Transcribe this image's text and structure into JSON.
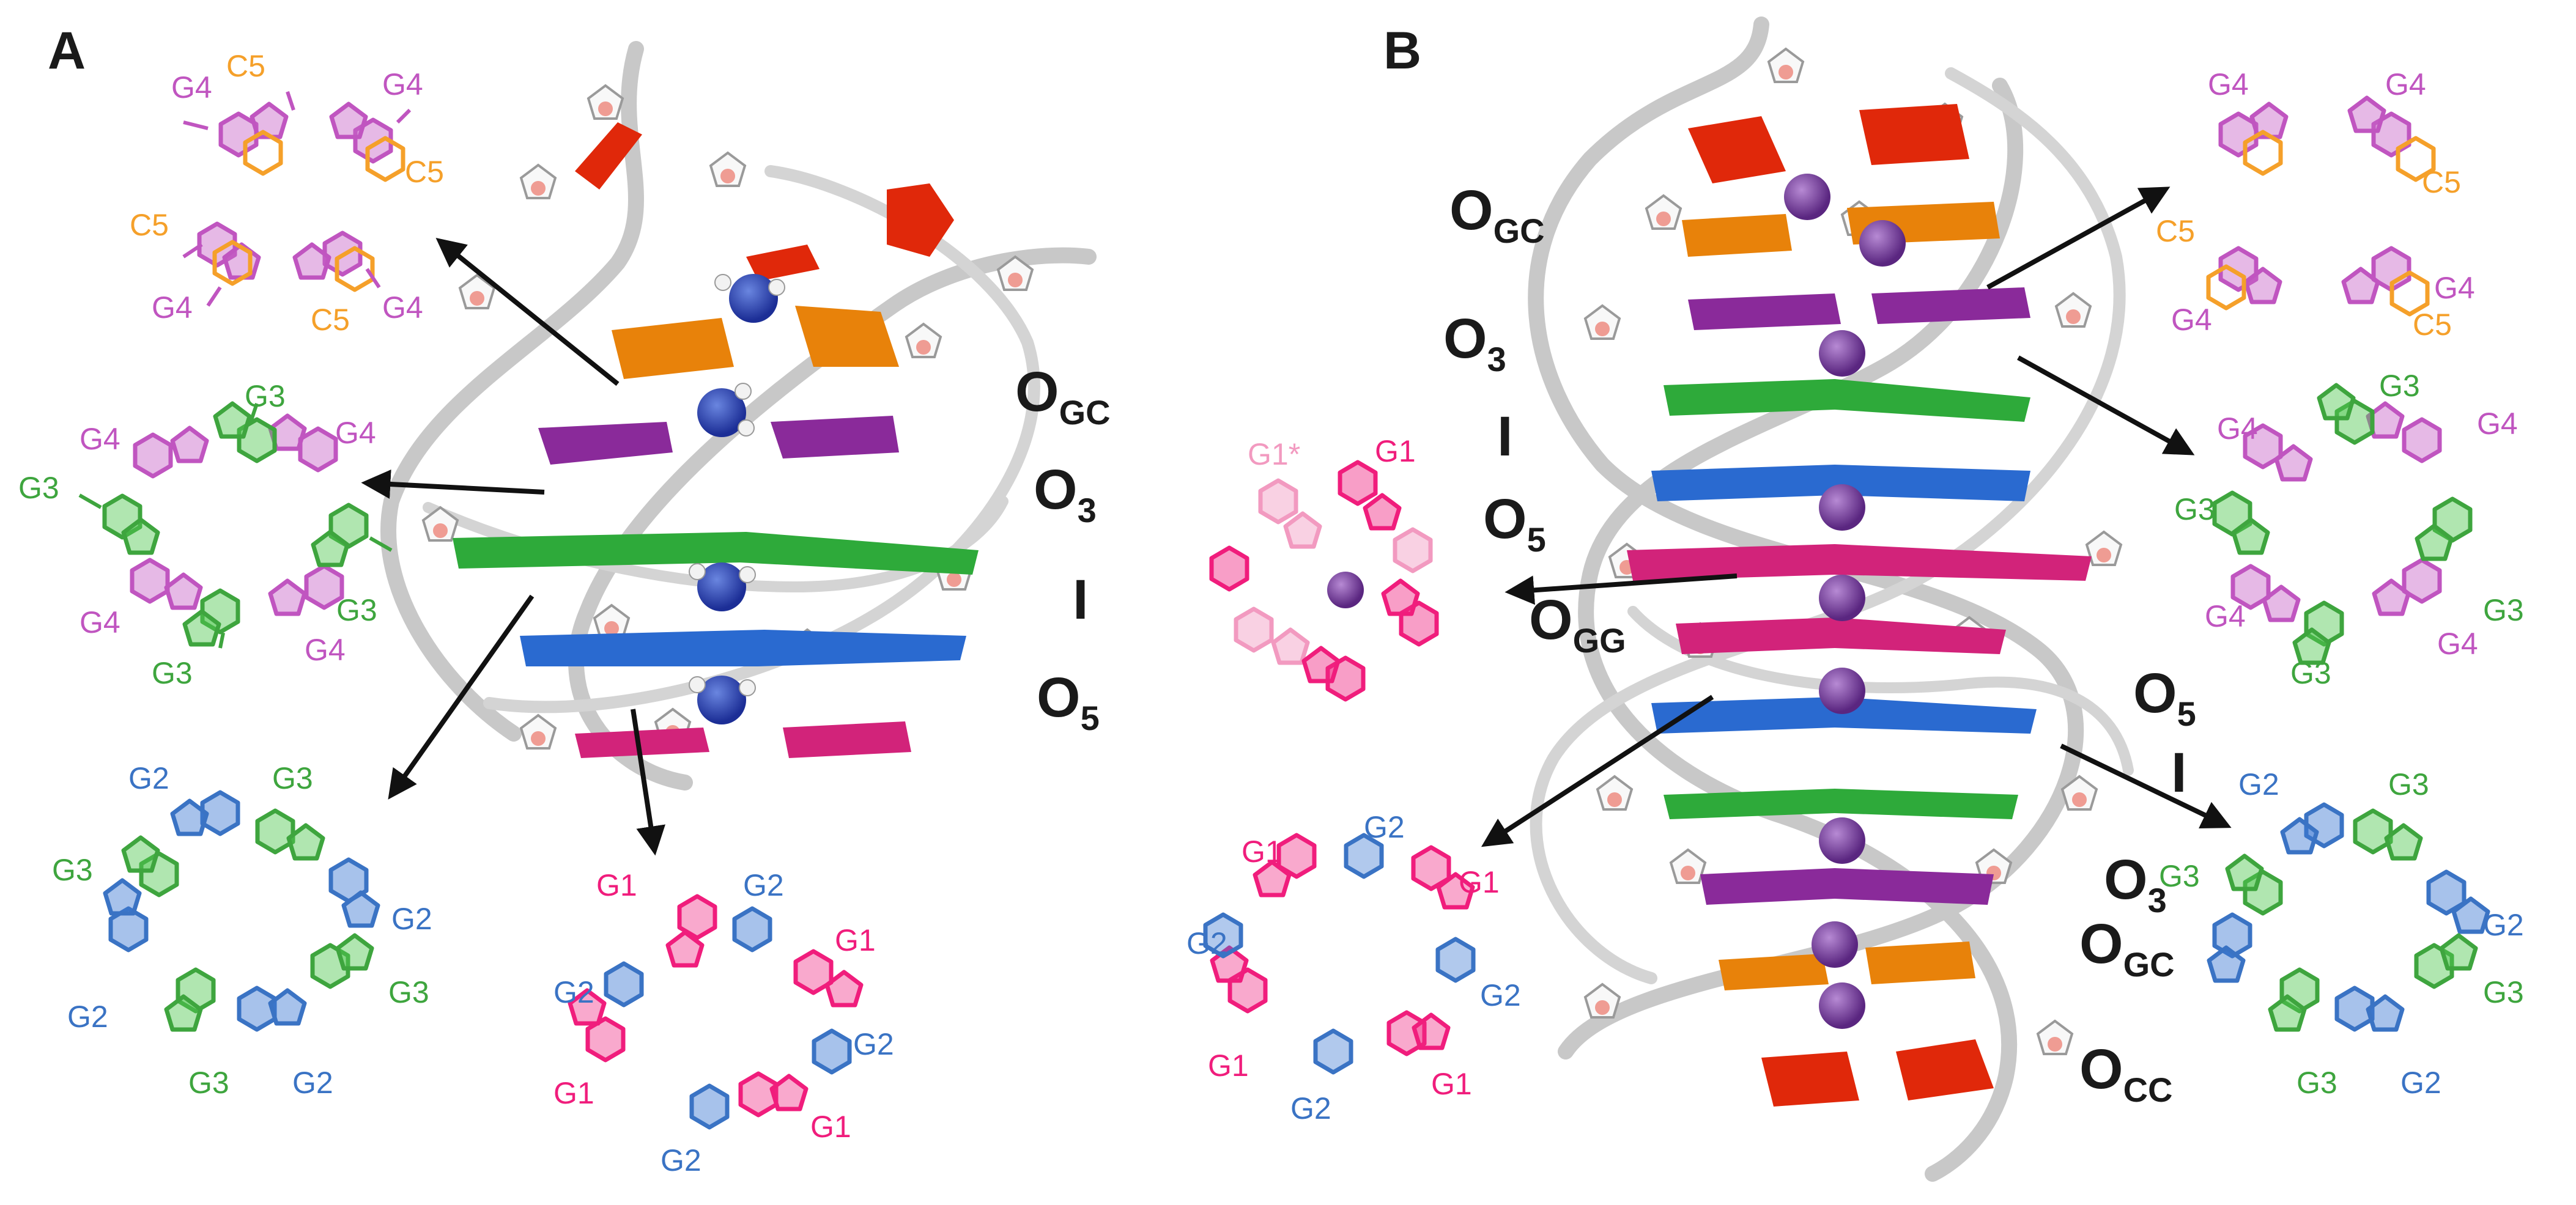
{
  "panels": [
    {
      "id": "A",
      "label": "A"
    },
    {
      "id": "B",
      "label": "B"
    }
  ],
  "tetrad_labels": {
    "a_c5g4": [
      "G4",
      "C5",
      "G4",
      "C5",
      "C5",
      "G4",
      "C5",
      "G4"
    ],
    "a_g3g4": [
      "G4",
      "G3",
      "G4",
      "G3",
      "G4",
      "G3",
      "G4",
      "G3"
    ],
    "a_g2g3": [
      "G2",
      "G3",
      "G3",
      "G2",
      "G2",
      "G3",
      "G3",
      "G2"
    ],
    "a_g1g2": [
      "G1",
      "G2",
      "G1",
      "G2",
      "G2",
      "G1",
      "G1",
      "G2"
    ],
    "b_c5g4": [
      "G4",
      "G4",
      "C5",
      "C5",
      "G4",
      "C5",
      "G4",
      "C5"
    ],
    "b_g1": [
      "G1*",
      "G1"
    ],
    "b_g3g4": [
      "G4",
      "G3",
      "G4",
      "G3",
      "G4",
      "G3",
      "G4",
      "G3"
    ],
    "b_g1g2": [
      "G1",
      "G2",
      "G1",
      "G2",
      "G2",
      "G1",
      "G1",
      "G2"
    ],
    "b_g2g3": [
      "G2",
      "G3",
      "G3",
      "G3",
      "G2",
      "G3",
      "G3",
      "G2"
    ]
  },
  "plane_labels": {
    "a": [
      {
        "main": "O",
        "sub": "GC"
      },
      {
        "main": "O",
        "sub": "3"
      },
      {
        "main": "I",
        "sub": ""
      },
      {
        "main": "O",
        "sub": "5"
      }
    ],
    "b": [
      {
        "main": "O",
        "sub": "GC"
      },
      {
        "main": "O",
        "sub": "3"
      },
      {
        "main": "I",
        "sub": ""
      },
      {
        "main": "O",
        "sub": "5"
      },
      {
        "main": "O",
        "sub": "GG"
      },
      {
        "main": "O",
        "sub": "5"
      },
      {
        "main": "I",
        "sub": ""
      },
      {
        "main": "O",
        "sub": "3"
      },
      {
        "main": "O",
        "sub": "GC"
      },
      {
        "main": "O",
        "sub": "CC"
      }
    ]
  },
  "colors": {
    "c5": "#f5a02a",
    "g4": "#c055c0",
    "g3": "#3ea53e",
    "g2": "#3a73c4",
    "g1": "#f01d7c",
    "g1_light": "#f29ac0",
    "red_base": "#e0280a",
    "orange_base": "#e8820a",
    "purple_base": "#8a2a9a",
    "green_base": "#2eaa3a",
    "blue_base": "#2a6ad0",
    "magenta_base": "#d2237a",
    "backbone": "#c8c8c8",
    "ion_ammonium": "#1c2e96",
    "ion_potassium": "#7a3aa0",
    "label_dark": "#1a1a1a"
  },
  "icons": [
    "arrow-icon",
    "ammonium-ion-icon",
    "potassium-ion-icon"
  ]
}
